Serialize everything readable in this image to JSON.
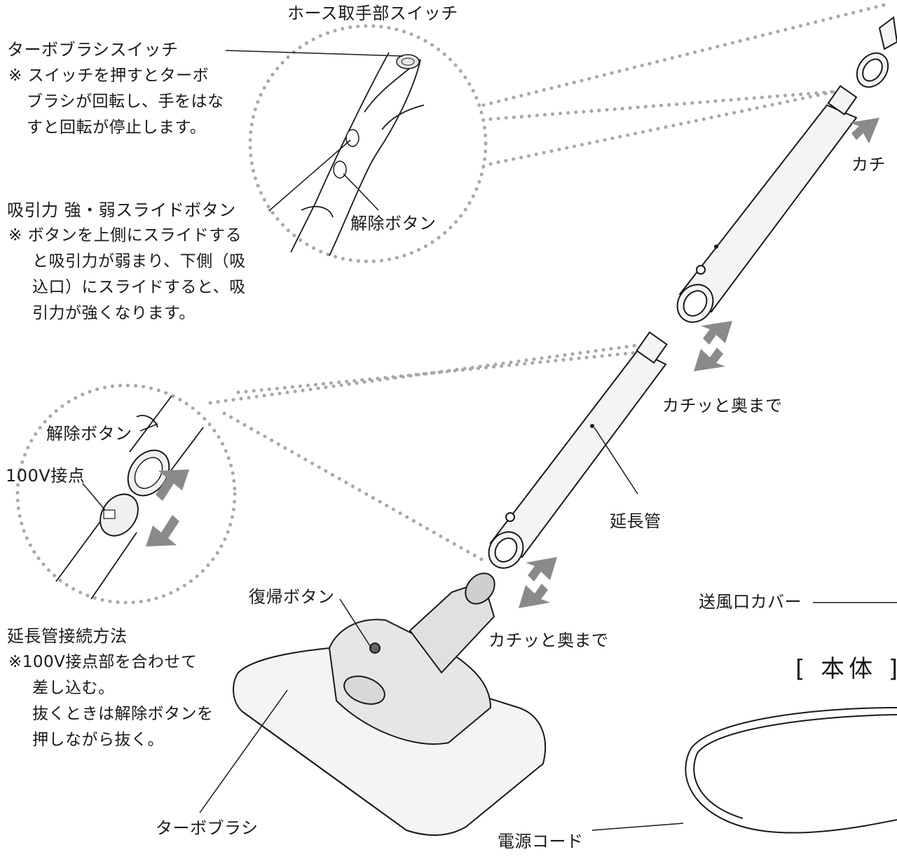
{
  "labels": {
    "hose_switch": "ホース取手部スイッチ",
    "turbo_switch": "ターボブラシスイッチ",
    "turbo_switch_note": [
      "※ スイッチを押すとターボ",
      "ブラシが回転し、手をはな",
      "すと回転が停止します。"
    ],
    "suction_slide": "吸引力 強・弱スライドボタン",
    "suction_note": [
      "※ ボタンを上側にスライドする",
      "と吸引力が弱まり、下側（吸",
      "込口）にスライドすると、吸",
      "引力が強くなります。"
    ],
    "release_button_top": "解除ボタン",
    "release_button_left": "解除ボタン",
    "contact_100v": "100V接点",
    "click_top": "カチ",
    "click_mid": "カチッと奥まで",
    "click_bottom": "カチッと奥まで",
    "extension_pipe": "延長管",
    "reset_button": "復帰ボタン",
    "blower_cover": "送風口カバー",
    "main_body": "[ 本体 ]",
    "connect_title": "延長管接続方法",
    "connect_note": [
      "※100V接点部を合わせて",
      "差し込む。",
      "抜くときは解除ボタンを",
      "押しながら抜く。"
    ],
    "turbo_brush": "ターボブラシ",
    "power_cord": "電源コード"
  },
  "colors": {
    "line": "#1a1a1a",
    "dots": "#a8a8a8",
    "arrow": "#8a8a8a",
    "fill": "#f4f4f4"
  }
}
